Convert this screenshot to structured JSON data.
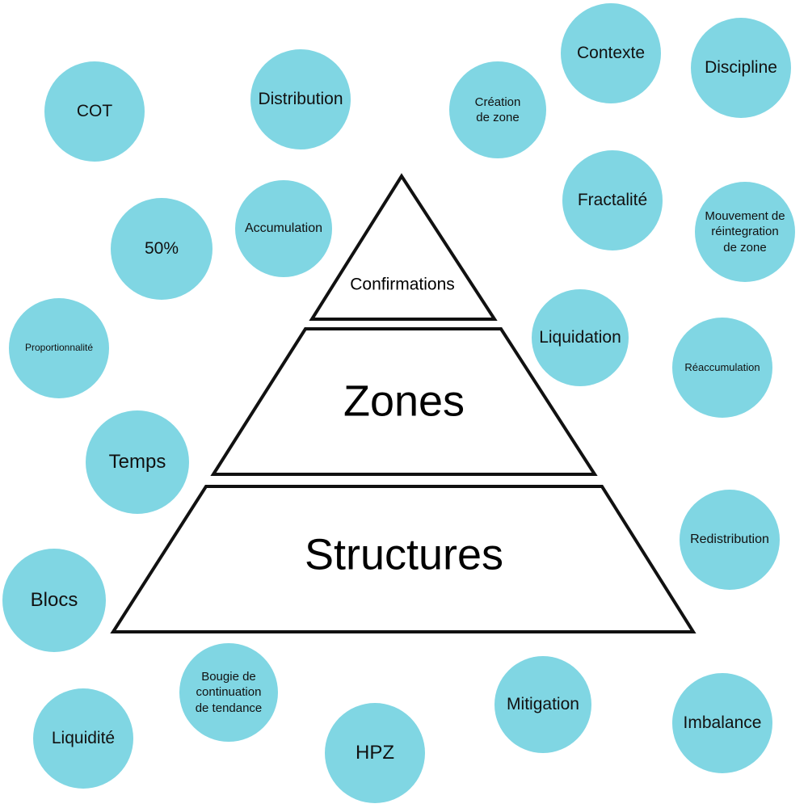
{
  "colors": {
    "bubble_fill": "#80d6e3",
    "tier_fill": "#ffffff",
    "tier_stroke": "#111111",
    "text": "#111111"
  },
  "pyramid": {
    "tiers": [
      {
        "label": "Confirmations"
      },
      {
        "label": "Zones"
      },
      {
        "label": "Structures"
      }
    ]
  },
  "bubbles": [
    {
      "label": "COT"
    },
    {
      "label": "Distribution"
    },
    {
      "label": "Création de zone"
    },
    {
      "label": "Contexte"
    },
    {
      "label": "Discipline"
    },
    {
      "label": "50%"
    },
    {
      "label": "Accumulation"
    },
    {
      "label": "Fractalité"
    },
    {
      "label": "Mouvement de réintegration de zone"
    },
    {
      "label": "Proportionnalité"
    },
    {
      "label": "Liquidation"
    },
    {
      "label": "Réaccumulation"
    },
    {
      "label": "Temps"
    },
    {
      "label": "Redistribution"
    },
    {
      "label": "Blocs"
    },
    {
      "label": "Bougie de continuation de tendance"
    },
    {
      "label": "Mitigation"
    },
    {
      "label": "Liquidité"
    },
    {
      "label": "HPZ"
    },
    {
      "label": "Imbalance"
    }
  ]
}
